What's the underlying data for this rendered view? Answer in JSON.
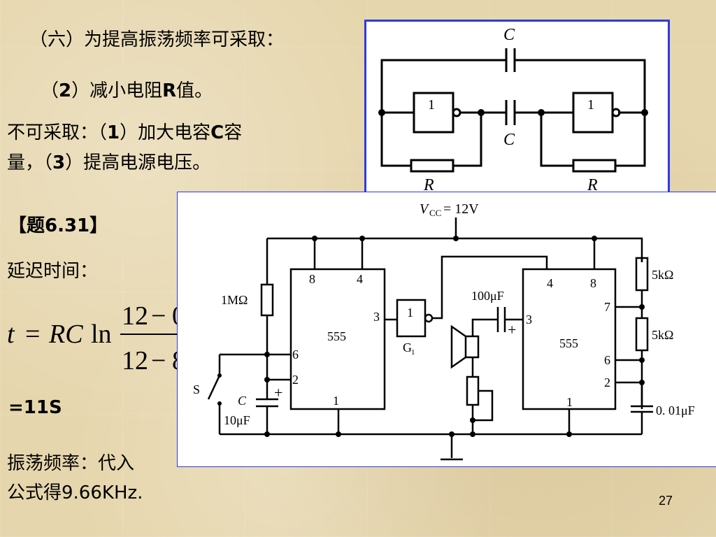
{
  "text": {
    "line1": "（六）为提高振荡频率可采取：",
    "line2_a": "（",
    "line2_num": "2",
    "line2_b": "）减小电阻",
    "line2_r": "R",
    "line2_c": "值。",
    "line3_a": "不可采取：（",
    "line3_num": "1",
    "line3_b": "）加大电容",
    "line3_c": "C",
    "line3_d": "容",
    "line4_a": "量，（",
    "line4_num": "3",
    "line4_b": "）提高电源电压。",
    "problem": "【题6.31】",
    "delay": "延迟时间：",
    "result": "=11S",
    "freq1": "振荡频率：代入",
    "freq2": "公式得9.66KHz."
  },
  "formula": {
    "lhs": "t",
    "equals": "=",
    "rc": "RC",
    "ln": "ln",
    "num_a": "12",
    "num_op": "−",
    "num_b": "0",
    "den_a": "12",
    "den_op": "−",
    "den_b": "8"
  },
  "top_circuit": {
    "cap_top": "C",
    "cap_mid": "C",
    "gate1": "1",
    "gate2": "1",
    "res_left": "R",
    "res_right": "R",
    "border_color": "#2b3be0"
  },
  "bottom_circuit": {
    "vcc_v": "V",
    "vcc_sub": "CC",
    "vcc_value": "= 12V",
    "r1": "1MΩ",
    "chip1": "555",
    "chip1_pin8": "8",
    "chip1_pin4": "4",
    "chip1_pin3": "3",
    "chip1_pin6": "6",
    "chip1_pin2": "2",
    "chip1_pin1": "1",
    "gate": "1",
    "gate_label": "G",
    "gate_sub": "1",
    "cap_out": "100μF",
    "plus": "+",
    "chip2": "555",
    "chip2_pin4": "4",
    "chip2_pin8": "8",
    "chip2_pin7": "7",
    "chip2_pin3": "3",
    "chip2_pin6": "6",
    "chip2_pin2": "2",
    "chip2_pin1": "1",
    "ra": "5kΩ",
    "rb": "5kΩ",
    "c_small": "0. 01μF",
    "switch": "S",
    "c_timing": "C",
    "c_timing_val": "10μF",
    "border_color": "#2b3be0"
  },
  "page_number": "27"
}
